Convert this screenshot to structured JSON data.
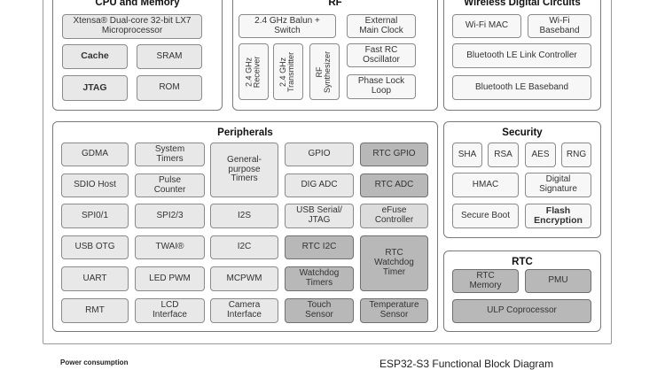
{
  "cpu": {
    "title": "CPU and Memory",
    "processor": "Xtensa® Dual-core 32-bit LX7\nMicroprocessor",
    "cache": "Cache",
    "sram": "SRAM",
    "jtag": "JTAG",
    "rom": "ROM"
  },
  "rf": {
    "title": "RF",
    "balun": "2.4 GHz Balun +\nSwitch",
    "ext_clock": "External\nMain Clock",
    "receiver": "2.4 GHz\nReceiver",
    "transmitter": "2.4 GHz\nTransmitter",
    "synthesizer": "RF\nSynthesizer",
    "fast_rc": "Fast RC\nOscillator",
    "pll": "Phase Lock\nLoop"
  },
  "wireless": {
    "title": "Wireless Digital Circuits",
    "wifi_mac": "Wi-Fi MAC",
    "wifi_baseband": "Wi-Fi\nBaseband",
    "ble_link": "Bluetooth LE Link Controller",
    "ble_baseband": "Bluetooth LE Baseband"
  },
  "peripherals": {
    "title": "Peripherals",
    "gdma": "GDMA",
    "system_timers": "System\nTimers",
    "gp_timers": "General-\npurpose\nTimers",
    "gpio": "GPIO",
    "rtc_gpio": "RTC GPIO",
    "sdio_host": "SDIO Host",
    "pulse_counter": "Pulse\nCounter",
    "dig_adc": "DIG ADC",
    "rtc_adc": "RTC ADC",
    "spi01": "SPI0/1",
    "spi23": "SPI2/3",
    "i2s": "I2S",
    "usb_serial": "USB Serial/\nJTAG",
    "efuse": "eFuse\nController",
    "usb_otg": "USB OTG",
    "twai": "TWAI®",
    "i2c": "I2C",
    "rtc_i2c": "RTC I2C",
    "rtc_wdt": "RTC\nWatchdog\nTimer",
    "uart": "UART",
    "led_pwm": "LED PWM",
    "mcpwm": "MCPWM",
    "wdt": "Watchdog\nTimers",
    "rmt": "RMT",
    "lcd": "LCD\nInterface",
    "camera": "Camera\nInterface",
    "touch": "Touch\nSensor",
    "temp": "Temperature\nSensor"
  },
  "security": {
    "title": "Security",
    "sha": "SHA",
    "rsa": "RSA",
    "aes": "AES",
    "rng": "RNG",
    "hmac": "HMAC",
    "dig_sig": "Digital\nSignature",
    "secure_boot": "Secure Boot",
    "flash_enc": "Flash\nEncryption"
  },
  "rtc": {
    "title": "RTC",
    "rtc_memory": "RTC\nMemory",
    "pmu": "PMU",
    "ulp": "ULP Coprocessor"
  },
  "footer": {
    "power": "Power consumption",
    "caption": "ESP32-S3 Functional Block Diagram"
  }
}
